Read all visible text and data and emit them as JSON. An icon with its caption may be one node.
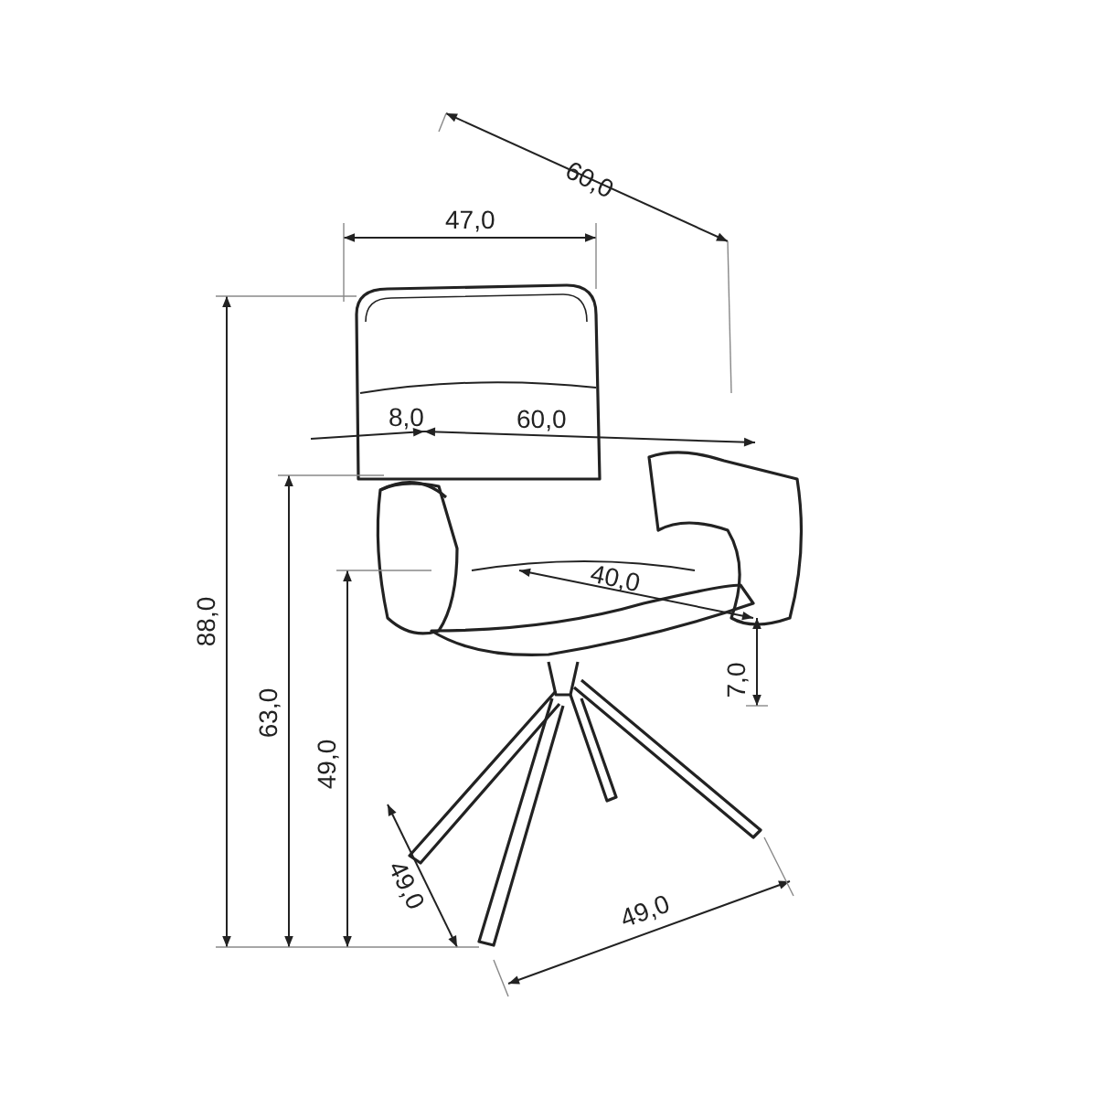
{
  "diagram": {
    "labels": [
      "60,0",
      "47,0",
      "8,0",
      "60,0",
      "40,0",
      "88,0",
      "63,0",
      "49,0",
      "7,0",
      "49,0",
      "49,0"
    ]
  }
}
